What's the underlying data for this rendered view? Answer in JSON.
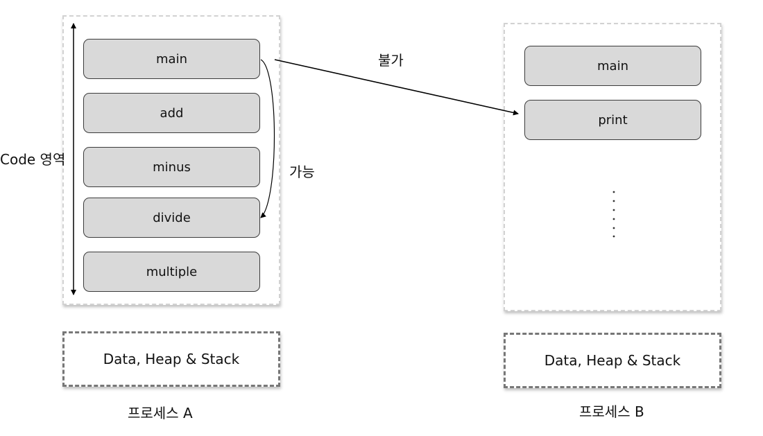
{
  "process_a": {
    "name": "프로세스 A",
    "code_region_label": "Code 영역",
    "functions": [
      "main",
      "add",
      "minus",
      "divide",
      "multiple"
    ],
    "data_heap_stack": "Data, Heap & Stack"
  },
  "process_b": {
    "name": "프로세스 B",
    "functions": [
      "main",
      "print"
    ],
    "data_heap_stack": "Data, Heap & Stack"
  },
  "arrows": {
    "possible_label": "가능",
    "impossible_label": "불가"
  }
}
